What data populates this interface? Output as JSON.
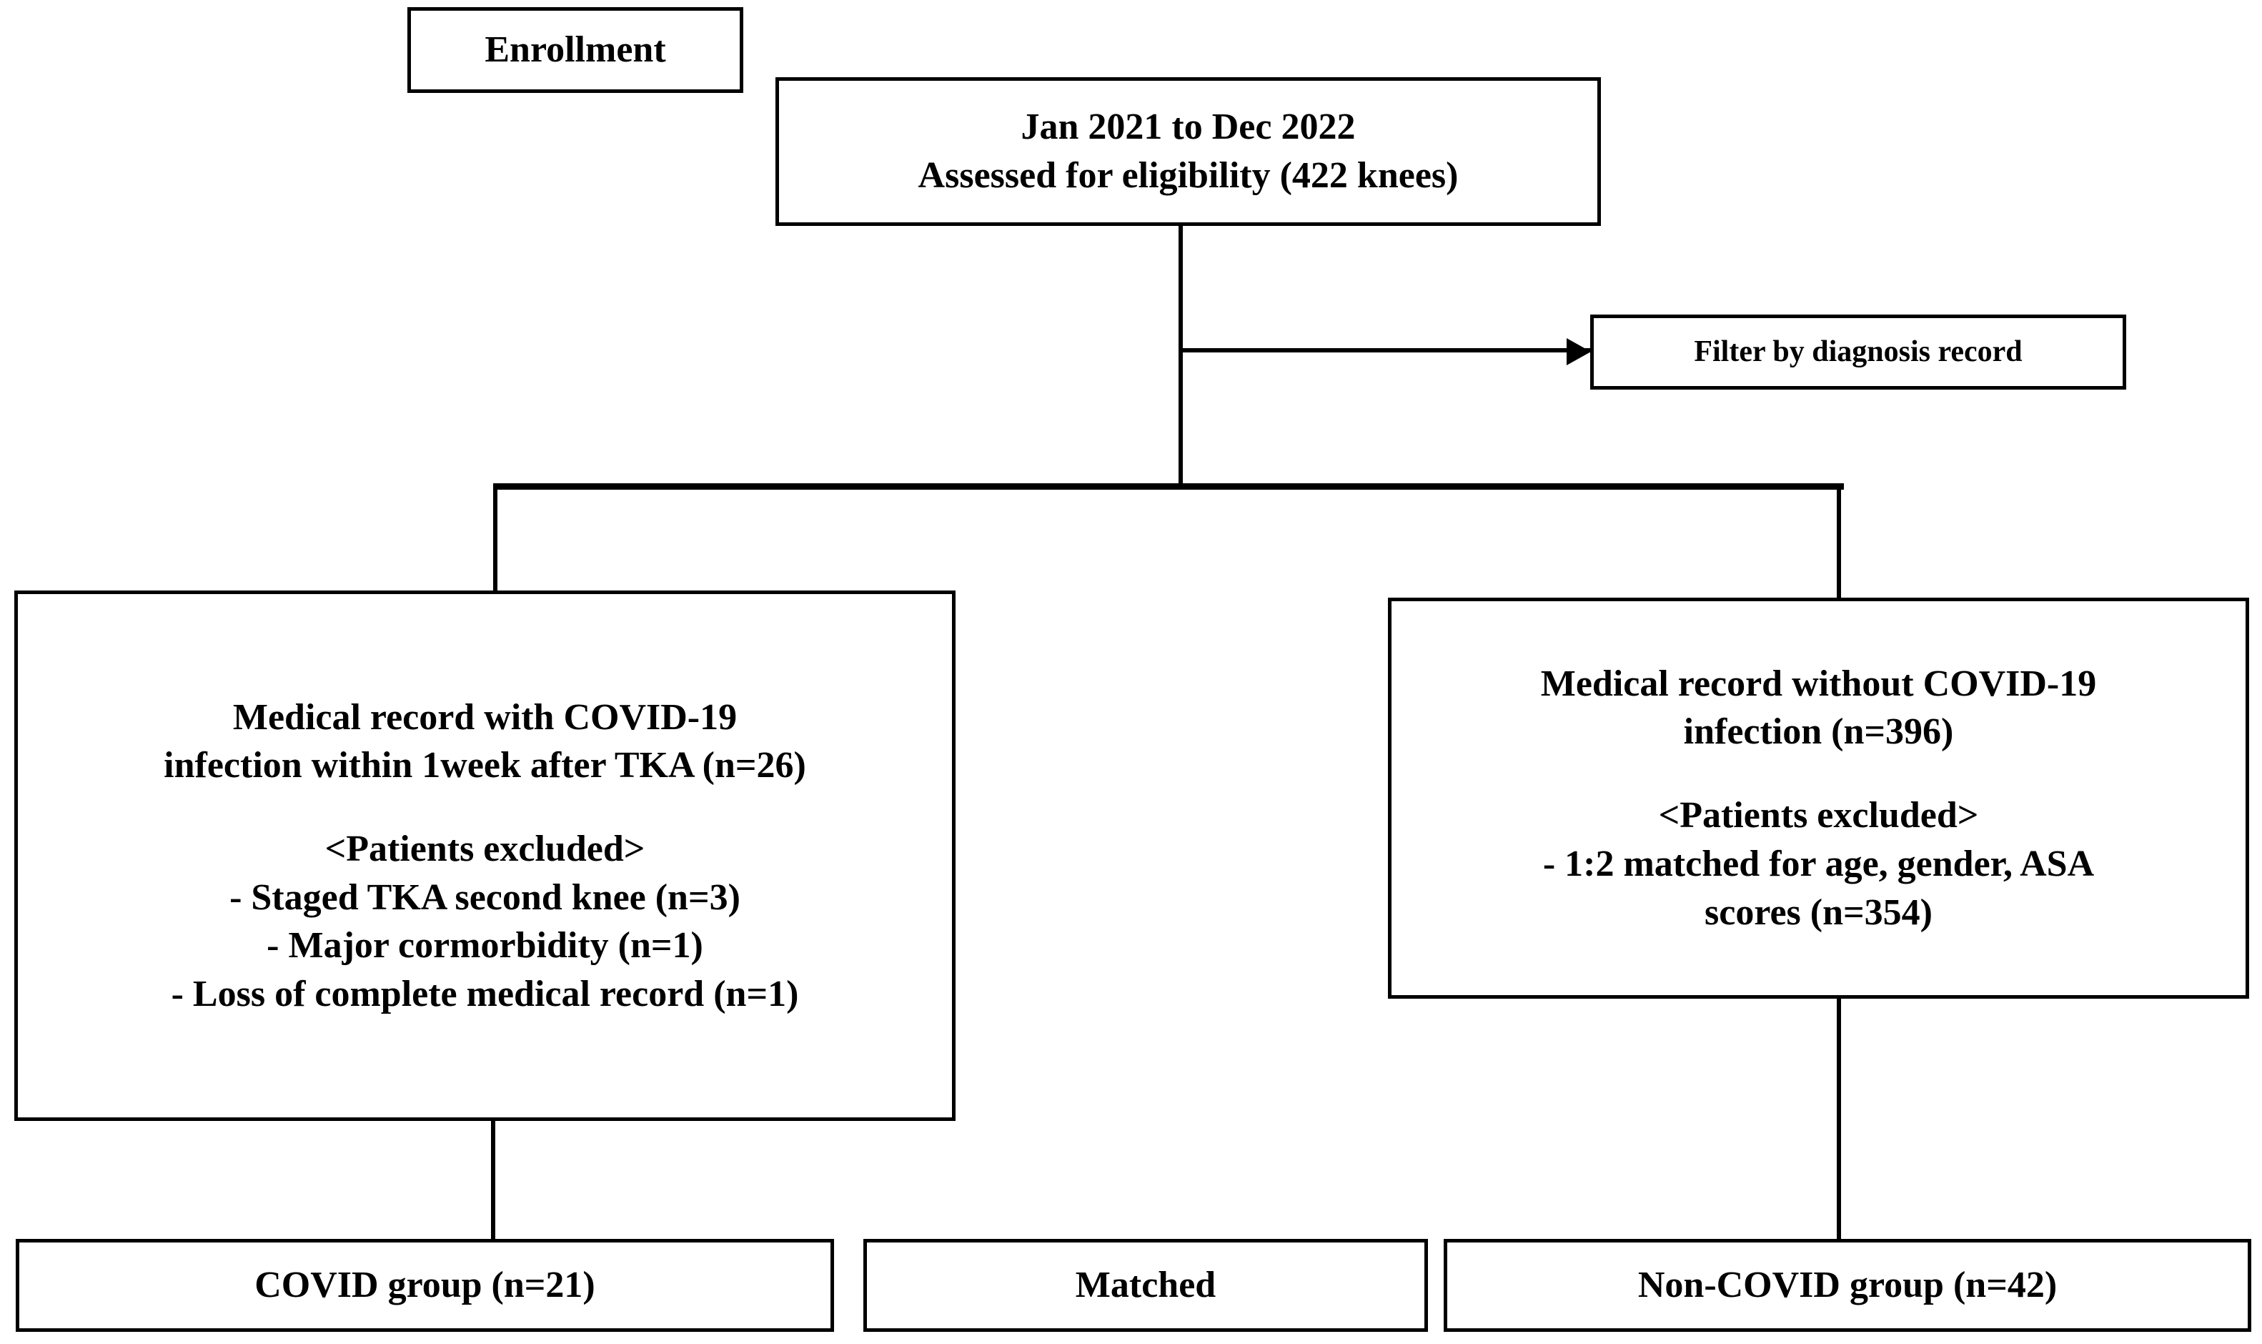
{
  "diagram": {
    "title": "CONSORT patient flow diagram",
    "colors": {
      "background": "#ffffff",
      "stroke": "#000000",
      "text": "#000000"
    },
    "nodes": {
      "enrollment": {
        "label": "Enrollment",
        "lines": [
          "Enrollment"
        ]
      },
      "assessed": {
        "lines": [
          "Jan 2021 to Dec 2022",
          "Assessed for eligibility (422 knees)"
        ],
        "period_start": "Jan 2021",
        "period_end": "Dec 2022",
        "assessed_knees": 422
      },
      "filter": {
        "lines": [
          "Filter by diagnosis record"
        ]
      },
      "covid_source": {
        "lines": [
          "Medical record with COVID-19",
          "infection within 1week after TKA (n=26)",
          "",
          "<Patients excluded>",
          "- Staged TKA second knee (n=3)",
          "- Major cormorbidity  (n=1)",
          "- Loss of complete medical record (n=1)"
        ],
        "n": 26,
        "exclusions": [
          {
            "reason": "Staged TKA second knee",
            "n": 3
          },
          {
            "reason": "Major cormorbidity",
            "n": 1
          },
          {
            "reason": "Loss of complete medical record",
            "n": 1
          }
        ]
      },
      "noncovid_source": {
        "lines": [
          "Medical record without COVID-19",
          "infection (n=396)",
          "",
          "<Patients excluded>",
          "- 1:2 matched for age, gender, ASA",
          "scores  (n=354)"
        ],
        "n": 396,
        "exclusions": [
          {
            "reason": "1:2 matched for age, gender, ASA scores",
            "n": 354
          }
        ]
      },
      "covid_group": {
        "lines": [
          "COVID group (n=21)"
        ],
        "n": 21
      },
      "matched": {
        "lines": [
          "Matched"
        ]
      },
      "noncovid_group": {
        "lines": [
          "Non-COVID group (n=42)"
        ],
        "n": 42
      }
    }
  }
}
